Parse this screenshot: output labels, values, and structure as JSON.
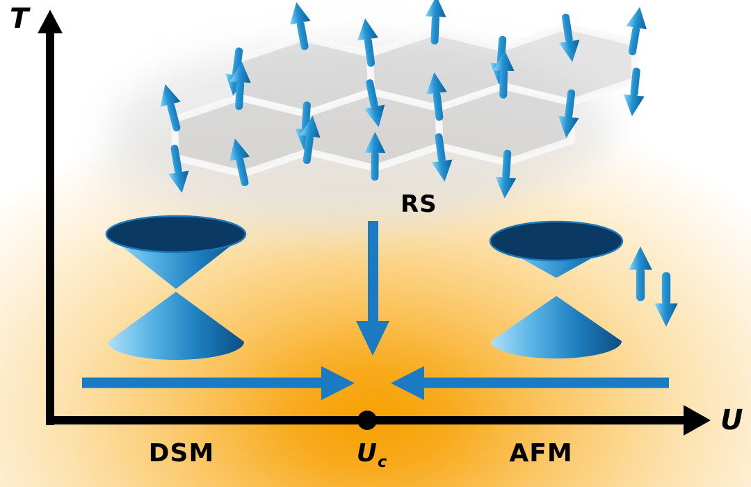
{
  "labels": {
    "y_axis": "T",
    "x_axis": "U",
    "annotation_rs": "RS",
    "region_left": "DSM",
    "critical_base": "U",
    "critical_sub": "c",
    "region_right": "AFM"
  },
  "colors": {
    "spin_blue": "#1b7ac1",
    "cone_highlight": "#aee0f8",
    "cone_mid": "#2e96d6",
    "cone_shadow": "#0b4e83",
    "cone_interior": "#0a3a63",
    "glow_orange": "#f6a101",
    "axis_black": "#000000",
    "lattice_gray": "#c4c4c4"
  }
}
